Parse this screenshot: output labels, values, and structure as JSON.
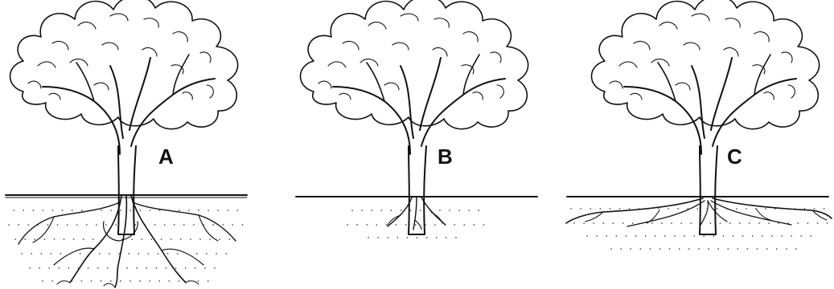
{
  "diagram": {
    "trees": [
      {
        "id": "A",
        "label": "A",
        "root_system": "deep"
      },
      {
        "id": "B",
        "label": "B",
        "root_system": "shallow-small"
      },
      {
        "id": "C",
        "label": "C",
        "root_system": "shallow-wide"
      }
    ],
    "colors": {
      "ink": "#111111",
      "background": "#ffffff"
    }
  }
}
